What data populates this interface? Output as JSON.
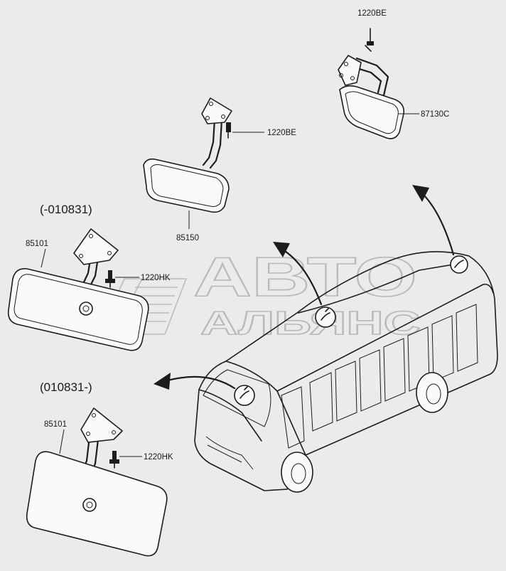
{
  "watermark": {
    "line1": "АВТО",
    "line2": "АЛЬЯНС"
  },
  "groups": {
    "early": "(-010831)",
    "late": "(010831-)"
  },
  "labels": {
    "top_bolt": "1220BE",
    "top_mirror": "87130C",
    "mid_bolt": "1220BE",
    "mid_mirror": "85150",
    "early_mirror": "85101",
    "early_bolt": "1220HK",
    "late_mirror": "85101",
    "late_bolt": "1220HK"
  }
}
